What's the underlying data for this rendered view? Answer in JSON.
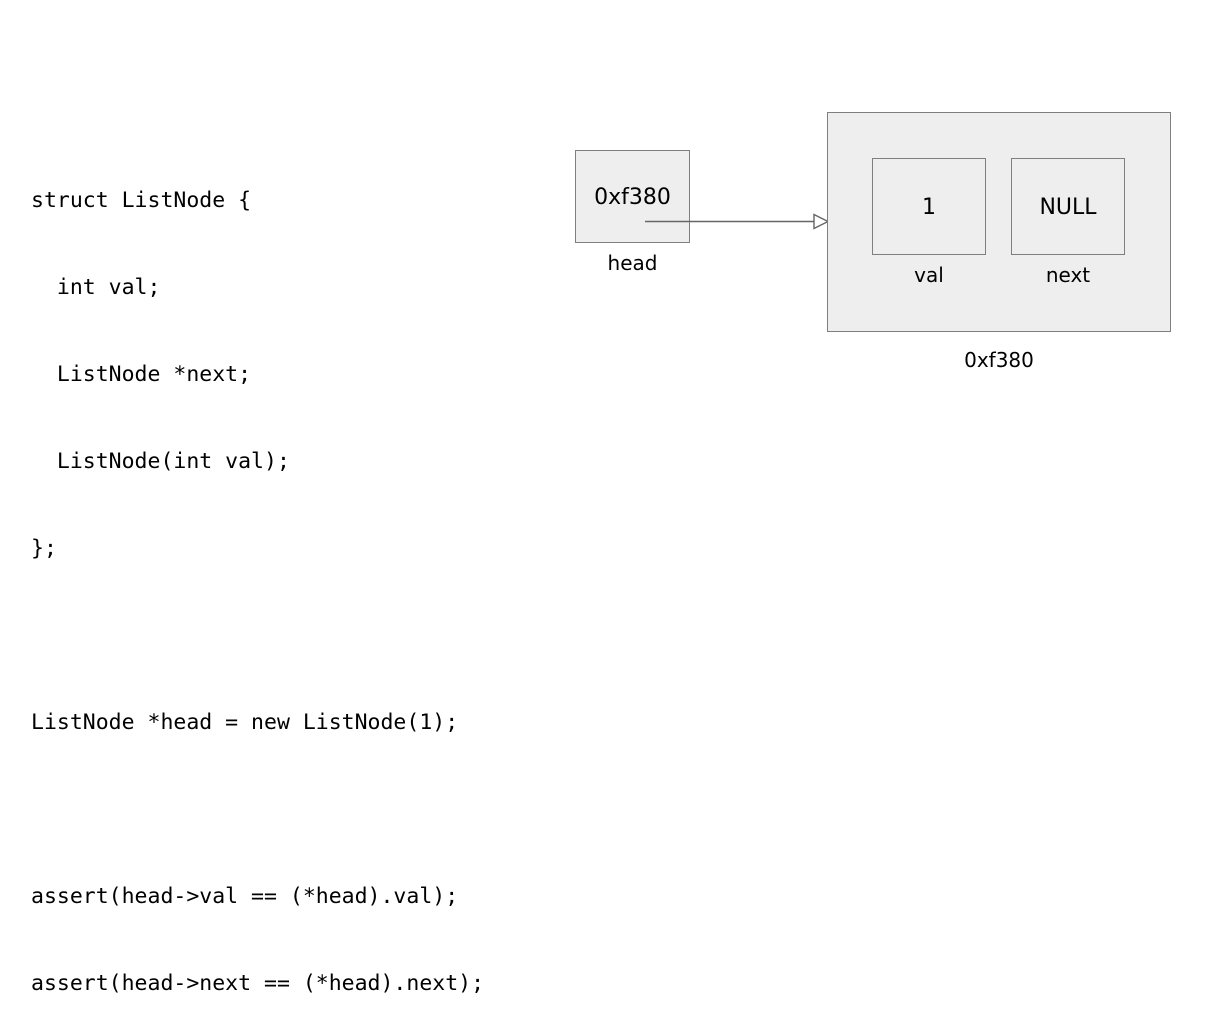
{
  "code": {
    "language": "cpp",
    "lines": [
      "struct ListNode {",
      "  int val;",
      "  ListNode *next;",
      "  ListNode(int val);",
      "};",
      "",
      "ListNode *head = new ListNode(1);",
      "",
      "assert(head->val == (*head).val);",
      "assert(head->next == (*head).next);"
    ]
  },
  "diagram": {
    "pointer": {
      "value": "0xf380",
      "caption": "head"
    },
    "node": {
      "address_caption": "0xf380",
      "fields": [
        {
          "value": "1",
          "caption": "val"
        },
        {
          "value": "NULL",
          "caption": "next"
        }
      ]
    },
    "arrow": {
      "label": "",
      "style": "open-triangle-head"
    }
  },
  "colors": {
    "box_fill": "#eeeeee",
    "box_border": "#7f7f7f",
    "text": "#000000",
    "page_background": "#ffffff",
    "arrow_stroke": "#666666"
  }
}
